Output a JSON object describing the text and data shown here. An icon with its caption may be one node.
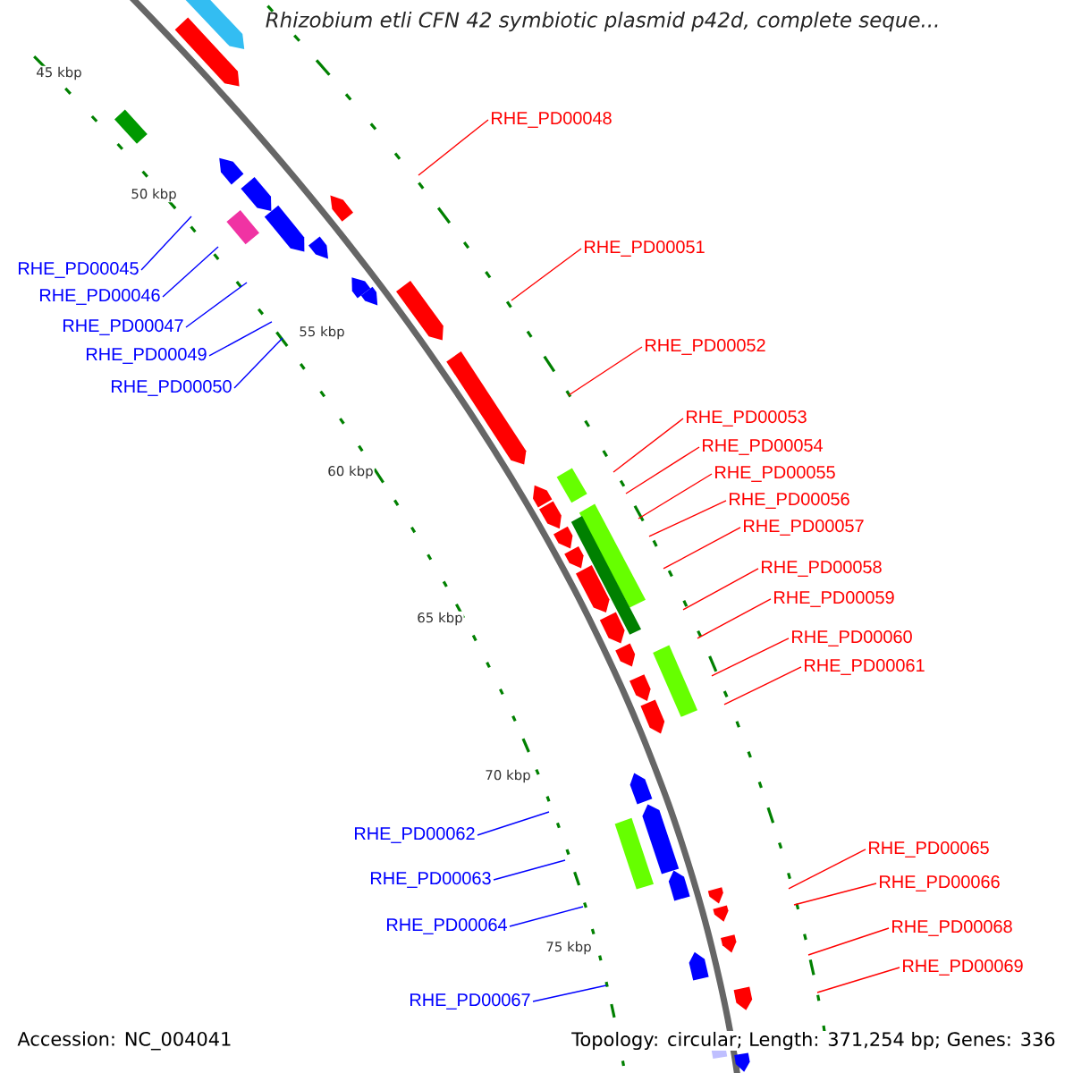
{
  "diagram": {
    "title": "Rhizobium etli CFN 42 symbiotic plasmid p42d, complete seque...",
    "nodes": [
      {
        "text": [
          "RHE_PD00048"
        ]
      },
      {
        "text": [
          "RHE_PD00051"
        ]
      },
      {
        "text": [
          "RHE_PD00045"
        ]
      },
      {
        "text": [
          "RHE_PD00046"
        ]
      },
      {
        "text": [
          "RHE_PD00047"
        ]
      },
      {
        "text": [
          "RHE_PD00052"
        ]
      },
      {
        "text": [
          "RHE_PD00049"
        ]
      },
      {
        "text": [
          "RHE_PD00050"
        ]
      },
      {
        "text": [
          "RHE_PD00053"
        ]
      },
      {
        "text": [
          "RHE_PD00054"
        ]
      },
      {
        "text": [
          "RHE_PD00055"
        ]
      },
      {
        "text": [
          "RHE_PD00056"
        ]
      },
      {
        "text": [
          "RHE_PD00057"
        ]
      },
      {
        "text": [
          "RHE_PD00058"
        ]
      },
      {
        "text": [
          "RHE_PD00059"
        ]
      },
      {
        "text": [
          "RHE_PD00060"
        ]
      },
      {
        "text": [
          "RHE_PD00061"
        ]
      },
      {
        "text": [
          "RHE_PD00062"
        ]
      },
      {
        "text": [
          "RHE_PD00065"
        ]
      },
      {
        "text": [
          "RHE_PD00063"
        ]
      },
      {
        "text": [
          "RHE_PD00066"
        ]
      },
      {
        "text": [
          "RHE_PD00064"
        ]
      },
      {
        "text": [
          "RHE_PD00068"
        ]
      },
      {
        "text": [
          "RHE_PD00069"
        ]
      },
      {
        "text": [
          "RHE_PD00067"
        ]
      }
    ],
    "edges": [
      {
        "from": 0,
        "to": null,
        "arrow": "none"
      },
      {
        "from": 1,
        "to": null,
        "arrow": "none"
      },
      {
        "from": 2,
        "to": null,
        "arrow": "none",
        "color": "#0000ff"
      },
      {
        "from": 3,
        "to": null,
        "arrow": "none",
        "color": "#0000ff"
      },
      {
        "from": 4,
        "to": null,
        "arrow": "none",
        "color": "#0000ff"
      },
      {
        "from": 5,
        "to": null,
        "arrow": "none"
      },
      {
        "from": 6,
        "to": null,
        "arrow": "none",
        "color": "#0000ff"
      },
      {
        "from": 7,
        "to": null,
        "arrow": "none",
        "color": "#0000ff"
      },
      {
        "from": 8,
        "to": null,
        "arrow": "none"
      },
      {
        "from": 9,
        "to": null,
        "arrow": "none"
      },
      {
        "from": 10,
        "to": null,
        "arrow": "none"
      },
      {
        "from": 11,
        "to": null,
        "arrow": "none"
      },
      {
        "from": 12,
        "to": null,
        "arrow": "none"
      },
      {
        "from": 13,
        "to": null,
        "arrow": "none"
      },
      {
        "from": 14,
        "to": null,
        "arrow": "none"
      },
      {
        "from": 15,
        "to": null,
        "arrow": "none"
      },
      {
        "from": 16,
        "to": null,
        "arrow": "none"
      },
      {
        "from": 17,
        "to": null,
        "arrow": "none",
        "color": "#0000ff"
      },
      {
        "from": 18,
        "to": null,
        "arrow": "none"
      },
      {
        "from": 19,
        "to": null,
        "arrow": "none",
        "color": "#0000ff"
      },
      {
        "from": 20,
        "to": null,
        "arrow": "none"
      },
      {
        "from": 21,
        "to": null,
        "arrow": "none",
        "color": "#0000ff"
      },
      {
        "from": 22,
        "to": null,
        "arrow": "none"
      },
      {
        "from": 23,
        "to": null,
        "arrow": "none"
      },
      {
        "from": 24,
        "to": null,
        "arrow": "none",
        "color": "#0000ff"
      }
    ],
    "labels": [
      "45 kbp",
      "50 kbp",
      "55 kbp",
      "60 kbp",
      "65 kbp",
      "70 kbp",
      "75 kbp",
      "Accession: NC_004041",
      "Topology: circular; Length: 371,254 bp; Genes: 336"
    ]
  }
}
